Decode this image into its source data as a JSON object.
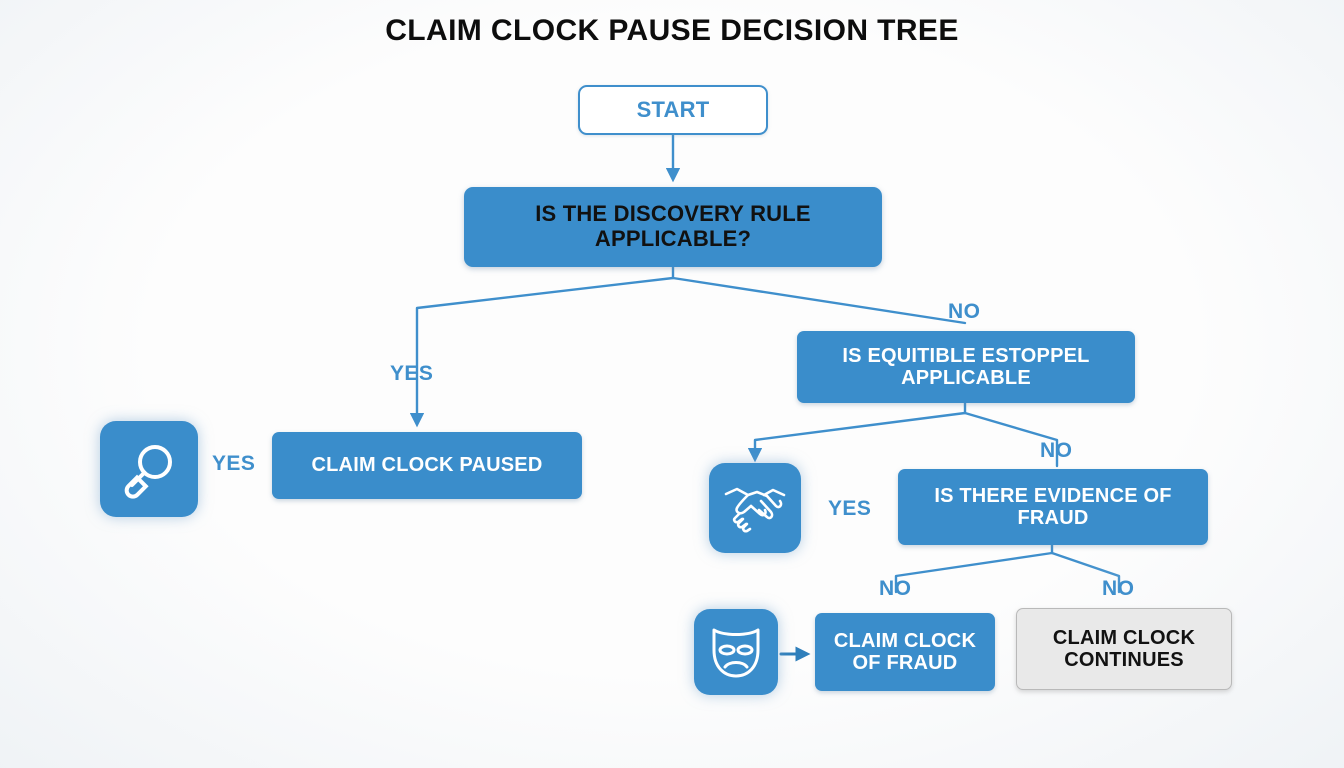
{
  "title": "CLAIM CLOCK PAUSE DECISION TREE",
  "colors": {
    "accent_blue": "#3a8dcb",
    "border_blue": "#3f8fcc",
    "label_blue": "#3f8fcc",
    "gray_box": "#e9e9e9",
    "gray_border": "#b9b9b9",
    "dark_text": "#111111",
    "background": "#fdfdfd"
  },
  "nodes": {
    "start": {
      "label": "START"
    },
    "discovery_rule": {
      "label": "IS THE DISCOVERY RULE APPLICABLE?"
    },
    "claim_clock_paused": {
      "label": "CLAIM CLOCK PAUSED"
    },
    "equitable_estoppel": {
      "label": "IS EQUITIBLE ESTOPPEL APPLICABLE"
    },
    "evidence_of_fraud": {
      "label": "IS THERE EVIDENCE OF FRAUD"
    },
    "claim_clock_of_fraud": {
      "label": "CLAIM CLOCK OF FRAUD"
    },
    "claim_clock_continues": {
      "label": "CLAIM CLOCK CONTINUES"
    }
  },
  "edge_labels": {
    "discovery_yes": "YES",
    "discovery_no": "NO",
    "paused_yes": "YES",
    "estoppel_yes": "YES",
    "estoppel_no": "NO",
    "fraud_no_left": "NO",
    "fraud_no_right": "NO"
  },
  "icons": [
    {
      "name": "magnifier-icon",
      "meaning": "discovery / investigation"
    },
    {
      "name": "handshake-icon",
      "meaning": "equitable estoppel / agreement"
    },
    {
      "name": "mask-icon",
      "meaning": "fraud / deception"
    }
  ]
}
